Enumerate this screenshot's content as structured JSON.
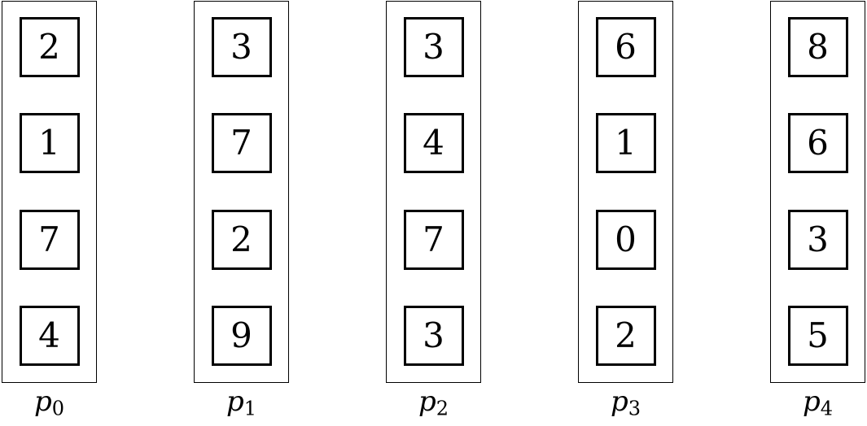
{
  "diagram": {
    "description": "Five process columns, each holding four boxed values",
    "colors": {
      "stroke": "#000000",
      "background": "#ffffff"
    },
    "columns": [
      {
        "label_base": "p",
        "label_sub": "0",
        "cells": [
          "2",
          "1",
          "7",
          "4"
        ]
      },
      {
        "label_base": "p",
        "label_sub": "1",
        "cells": [
          "3",
          "7",
          "2",
          "9"
        ]
      },
      {
        "label_base": "p",
        "label_sub": "2",
        "cells": [
          "3",
          "4",
          "7",
          "3"
        ]
      },
      {
        "label_base": "p",
        "label_sub": "3",
        "cells": [
          "6",
          "1",
          "0",
          "2"
        ]
      },
      {
        "label_base": "p",
        "label_sub": "4",
        "cells": [
          "8",
          "6",
          "3",
          "5"
        ]
      }
    ]
  }
}
